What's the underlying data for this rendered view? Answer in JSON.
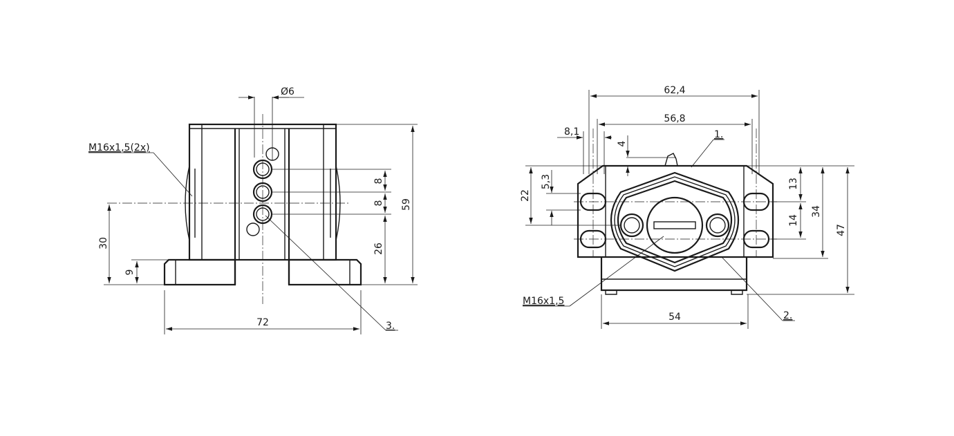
{
  "labels": {
    "diameter_hole": "Ø6",
    "thread_left": "M16x1,5(2x)",
    "thread_right": "M16x1,5",
    "item_1": "1.",
    "item_2": "2.",
    "item_3": "3."
  },
  "dimensions": {
    "left_height_total": "59",
    "left_pitch_1": "8",
    "left_pitch_2": "8",
    "left_base_to_hole": "26",
    "left_axis_height": "30",
    "left_flange_height": "9",
    "left_width": "72",
    "right_width_outer": "62,4",
    "right_width_holes": "56,8",
    "right_offset": "8,1",
    "right_step": "4",
    "right_22": "22",
    "right_53": "5,3",
    "right_13": "13",
    "right_14": "14",
    "right_34": "34",
    "right_47": "47",
    "right_base_width": "54"
  }
}
